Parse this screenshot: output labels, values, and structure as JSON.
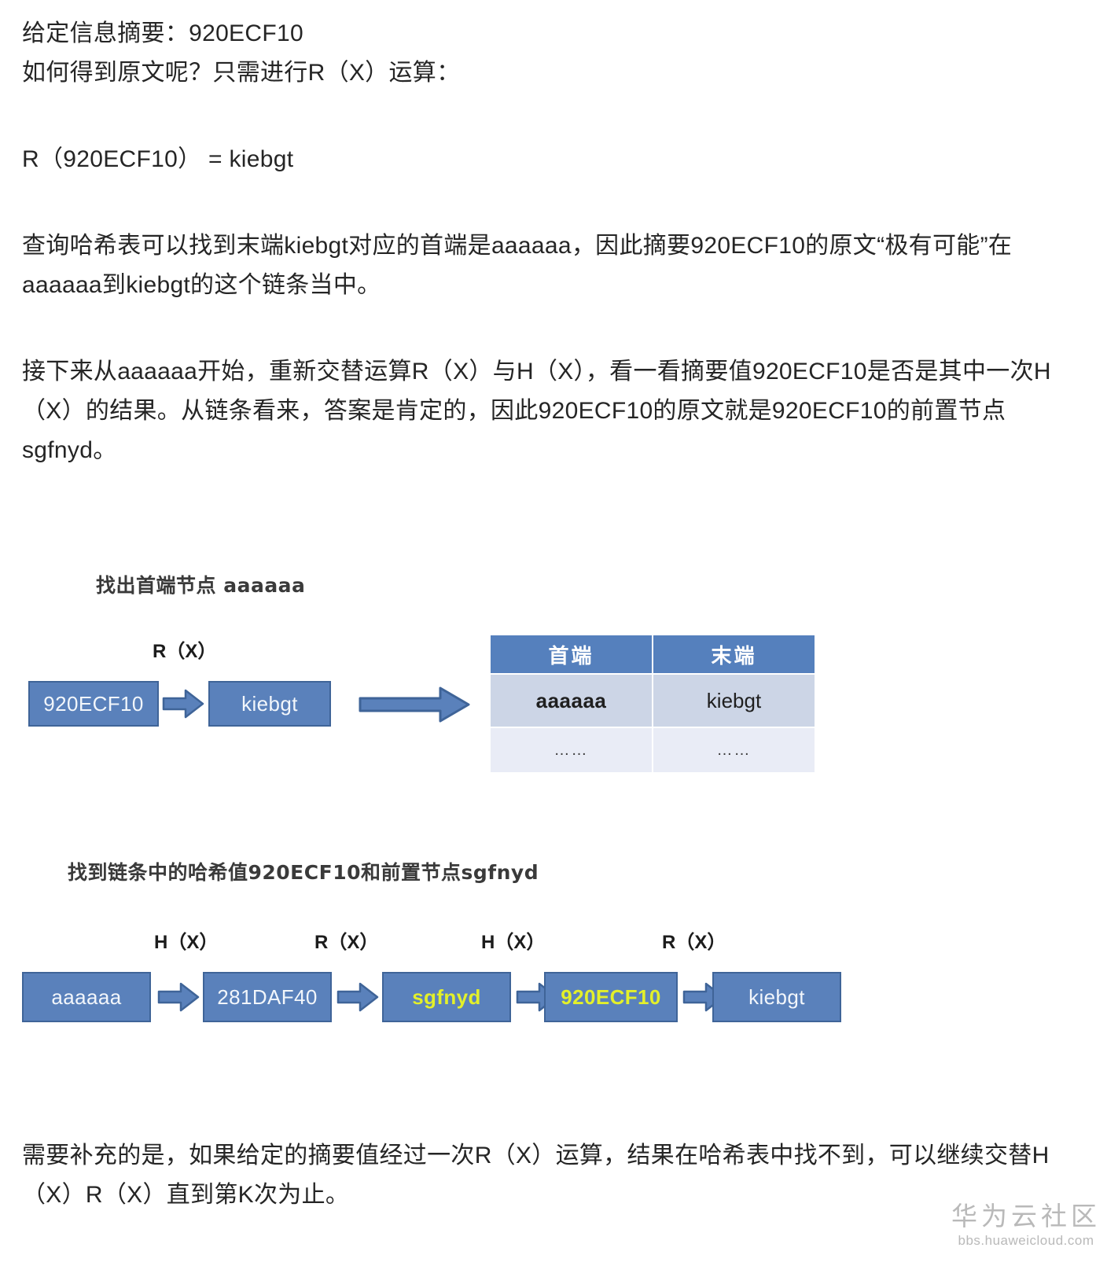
{
  "article": {
    "intro": "给定信息摘要：920ECF10\n如何得到原文呢？只需进行R（X）运算：",
    "equation": "R（920ECF10） = kiebgt",
    "body_1": "查询哈希表可以找到末端kiebgt对应的首端是aaaaaa，因此摘要920ECF10的原文“极有可能”在aaaaaa到kiebgt的这个链条当中。",
    "body_2": "接下来从aaaaaa开始，重新交替运算R（X）与H（X），看一看摘要值920ECF10是否是其中一次H（X）的结果。从链条看来，答案是肯定的，因此920ECF10的原文就是920ECF10的前置节点sgfnyd。",
    "tail": "需要补充的是，如果给定的摘要值经过一次R（X）运算，结果在哈希表中找不到，可以继续交替H（X）R（X）直到第K次为止。"
  },
  "figure_1": {
    "caption": "找出首端节点 aaaaaa",
    "op_label": "R（X）",
    "nodes": [
      {
        "label": "920ECF10",
        "highlight": false
      },
      {
        "label": "kiebgt",
        "highlight": false
      }
    ],
    "table": {
      "headers": [
        "首端",
        "末端"
      ],
      "rows": [
        {
          "head": "aaaaaa",
          "tail": "kiebgt",
          "head_red": true
        },
        {
          "head": "……",
          "tail": "……",
          "head_red": false
        }
      ]
    }
  },
  "figure_2": {
    "caption": "找到链条中的哈希值920ECF10和前置节点sgfnyd",
    "op_labels": [
      "H（X）",
      "R（X）",
      "H（X）",
      "R（X）"
    ],
    "nodes": [
      {
        "label": "aaaaaa",
        "highlight": false
      },
      {
        "label": "281DAF40",
        "highlight": false
      },
      {
        "label": "sgfnyd",
        "highlight": true
      },
      {
        "label": "920ECF10",
        "highlight": true
      },
      {
        "label": "kiebgt",
        "highlight": false
      }
    ]
  },
  "watermark": {
    "title": "华为云社区",
    "url": "bbs.huaweicloud.com"
  },
  "colors": {
    "node_fill": "#5a81bb",
    "node_border": "#3f6498",
    "node_text": "#f2f6fb",
    "highlight_text": "#e3f02a",
    "table_header": "#5580bd",
    "table_row_1": "#ccd5e6",
    "table_row_2": "#e9ecf6",
    "accent_red": "#e8402a",
    "arrow_fill": "#5a81bb",
    "arrow_border": "#3f6498"
  }
}
